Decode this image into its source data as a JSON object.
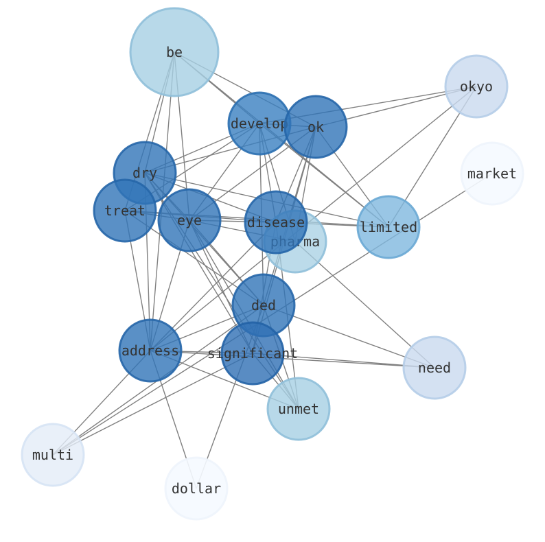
{
  "nodes": [
    {
      "id": "be",
      "label": "be",
      "color": "#a6cfe3",
      "edge": "#8fbfd9",
      "opacity": 0.8
    },
    {
      "id": "okyo",
      "label": "okyo",
      "color": "#c9daef",
      "edge": "#b5cde8",
      "opacity": 0.8
    },
    {
      "id": "develop",
      "label": "develop",
      "color": "#3a7fc0",
      "edge": "#2b6fb0",
      "opacity": 0.8
    },
    {
      "id": "ok",
      "label": "ok",
      "color": "#3174b8",
      "edge": "#2666a8",
      "opacity": 0.8
    },
    {
      "id": "market",
      "label": "market",
      "color": "#f5f9ff",
      "edge": "#eef4fc",
      "opacity": 0.9
    },
    {
      "id": "dry",
      "label": "dry",
      "color": "#3174b8",
      "edge": "#2666a8",
      "opacity": 0.8
    },
    {
      "id": "treat",
      "label": "treat",
      "color": "#3174b8",
      "edge": "#2666a8",
      "opacity": 0.8
    },
    {
      "id": "eye",
      "label": "eye",
      "color": "#3174b8",
      "edge": "#2666a8",
      "opacity": 0.8
    },
    {
      "id": "disease",
      "label": "disease",
      "color": "#3174b8",
      "edge": "#2666a8",
      "opacity": 0.8
    },
    {
      "id": "limited",
      "label": "limited",
      "color": "#7fb8de",
      "edge": "#6aa9d4",
      "opacity": 0.8
    },
    {
      "id": "pharma",
      "label": "pharma",
      "color": "#a6cfe3",
      "edge": "#8fbfd9",
      "opacity": 0.75
    },
    {
      "id": "ded",
      "label": "ded",
      "color": "#3174b8",
      "edge": "#2666a8",
      "opacity": 0.8
    },
    {
      "id": "address",
      "label": "address",
      "color": "#3174b8",
      "edge": "#2666a8",
      "opacity": 0.8
    },
    {
      "id": "significant",
      "label": "significant",
      "color": "#2f6fb4",
      "edge": "#2363a6",
      "opacity": 0.8
    },
    {
      "id": "need",
      "label": "need",
      "color": "#c9daef",
      "edge": "#b5cde8",
      "opacity": 0.8
    },
    {
      "id": "unmet",
      "label": "unmet",
      "color": "#a6cfe3",
      "edge": "#8fbfd9",
      "opacity": 0.8
    },
    {
      "id": "multi",
      "label": "multi",
      "color": "#e3ecf8",
      "edge": "#d6e3f4",
      "opacity": 0.8
    },
    {
      "id": "dollar",
      "label": "dollar",
      "color": "#f5f9ff",
      "edge": "#eef4fc",
      "opacity": 0.9
    }
  ],
  "edges": [
    [
      "be",
      "dry"
    ],
    [
      "be",
      "treat"
    ],
    [
      "be",
      "eye"
    ],
    [
      "be",
      "ok"
    ],
    [
      "be",
      "limited"
    ],
    [
      "be",
      "develop"
    ],
    [
      "be",
      "address"
    ],
    [
      "okyo",
      "develop"
    ],
    [
      "okyo",
      "ok"
    ],
    [
      "okyo",
      "limited"
    ],
    [
      "okyo",
      "address"
    ],
    [
      "develop",
      "dry"
    ],
    [
      "develop",
      "treat"
    ],
    [
      "develop",
      "eye"
    ],
    [
      "develop",
      "disease"
    ],
    [
      "develop",
      "ok"
    ],
    [
      "develop",
      "limited"
    ],
    [
      "develop",
      "ded"
    ],
    [
      "develop",
      "pharma"
    ],
    [
      "ok",
      "dry"
    ],
    [
      "ok",
      "eye"
    ],
    [
      "ok",
      "disease"
    ],
    [
      "ok",
      "limited"
    ],
    [
      "ok",
      "ded"
    ],
    [
      "ok",
      "pharma"
    ],
    [
      "ok",
      "significant"
    ],
    [
      "market",
      "multi"
    ],
    [
      "dry",
      "eye"
    ],
    [
      "dry",
      "disease"
    ],
    [
      "dry",
      "limited"
    ],
    [
      "dry",
      "ded"
    ],
    [
      "dry",
      "address"
    ],
    [
      "dry",
      "significant"
    ],
    [
      "dry",
      "unmet"
    ],
    [
      "treat",
      "eye"
    ],
    [
      "treat",
      "disease"
    ],
    [
      "treat",
      "limited"
    ],
    [
      "treat",
      "ded"
    ],
    [
      "treat",
      "address"
    ],
    [
      "eye",
      "disease"
    ],
    [
      "eye",
      "ded"
    ],
    [
      "eye",
      "address"
    ],
    [
      "eye",
      "significant"
    ],
    [
      "eye",
      "unmet"
    ],
    [
      "eye",
      "pharma"
    ],
    [
      "disease",
      "address"
    ],
    [
      "disease",
      "significant"
    ],
    [
      "disease",
      "limited"
    ],
    [
      "disease",
      "unmet"
    ],
    [
      "pharma",
      "need"
    ],
    [
      "ded",
      "need"
    ],
    [
      "ded",
      "address"
    ],
    [
      "ded",
      "unmet"
    ],
    [
      "ded",
      "multi"
    ],
    [
      "ded",
      "dollar"
    ],
    [
      "address",
      "need"
    ],
    [
      "address",
      "significant"
    ],
    [
      "address",
      "unmet"
    ],
    [
      "address",
      "multi"
    ],
    [
      "address",
      "dollar"
    ],
    [
      "significant",
      "need"
    ],
    [
      "significant",
      "unmet"
    ],
    [
      "significant",
      "multi"
    ]
  ]
}
